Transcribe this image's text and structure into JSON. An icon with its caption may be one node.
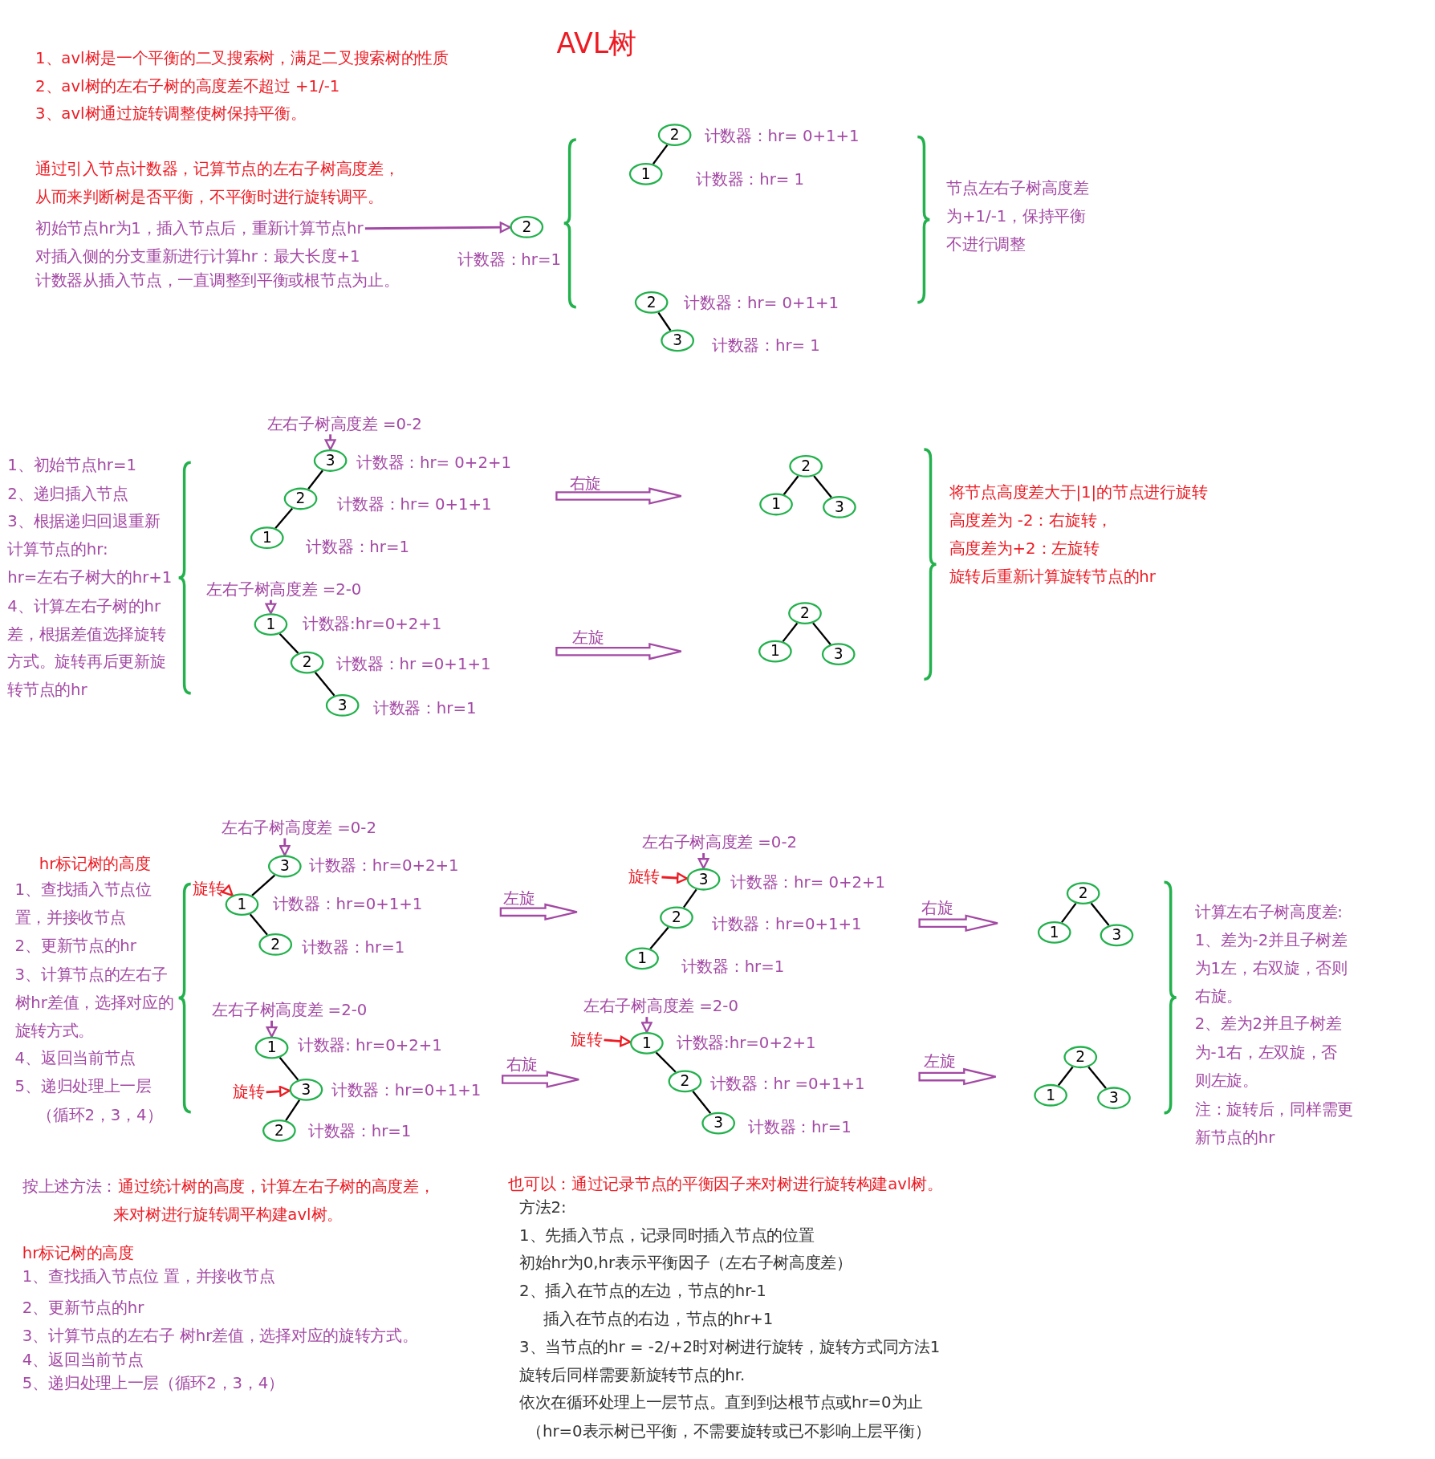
{
  "diagram": {
    "title": "AVL树",
    "nodes": [
      {
        "text": [
          "初始节点hr为1，插入节点后，重新计算节点hr"
        ]
      },
      {
        "text": [
          "2"
        ],
        "beside": [
          "计数器：hr=1"
        ]
      },
      {
        "text": [
          "2"
        ],
        "beside": [
          "计数器：hr= 0+1+1"
        ]
      },
      {
        "text": [
          "1"
        ],
        "beside": [
          "计数器：hr= 1"
        ]
      },
      {
        "text": [
          "2"
        ],
        "beside": [
          "计数器：hr= 0+1+1"
        ]
      },
      {
        "text": [
          "3"
        ],
        "beside": [
          "计数器：hr=  1"
        ]
      },
      {
        "text": [
          "左右子树高度差 =0-2"
        ]
      },
      {
        "text": [
          "3"
        ],
        "beside": [
          "计数器：hr= 0+2+1"
        ]
      },
      {
        "text": [
          "2"
        ],
        "beside": [
          "计数器：hr= 0+1+1"
        ]
      },
      {
        "text": [
          "1"
        ],
        "beside": [
          "计数器：hr=1"
        ]
      },
      {
        "text": [
          "2"
        ]
      },
      {
        "text": [
          "1"
        ]
      },
      {
        "text": [
          "3"
        ]
      },
      {
        "text": [
          "左右子树高度差 =2-0"
        ]
      },
      {
        "text": [
          "1"
        ],
        "beside": [
          "计数器:hr=0+2+1"
        ]
      },
      {
        "text": [
          "2"
        ],
        "beside": [
          "计数器：hr =0+1+1"
        ]
      },
      {
        "text": [
          "3"
        ],
        "beside": [
          "计数器：hr=1"
        ]
      },
      {
        "text": [
          "2"
        ]
      },
      {
        "text": [
          "1"
        ]
      },
      {
        "text": [
          "3"
        ]
      },
      {
        "text": [
          "左右子树高度差 =0-2"
        ]
      },
      {
        "text": [
          "3"
        ],
        "beside": [
          "计数器：hr=0+2+1"
        ]
      },
      {
        "text": [
          "旋转"
        ]
      },
      {
        "text": [
          "1"
        ],
        "beside": [
          "计数器：hr=0+1+1"
        ]
      },
      {
        "text": [
          "2"
        ],
        "beside": [
          "计数器：hr=1"
        ]
      },
      {
        "text": [
          "左右子树高度差 =0-2"
        ]
      },
      {
        "text": [
          "旋转"
        ]
      },
      {
        "text": [
          "3"
        ],
        "beside": [
          "计数器：hr= 0+2+1"
        ]
      },
      {
        "text": [
          "2"
        ],
        "beside": [
          "计数器：hr=0+1+1"
        ]
      },
      {
        "text": [
          "1"
        ],
        "beside": [
          "计数器：hr=1"
        ]
      },
      {
        "text": [
          "2"
        ]
      },
      {
        "text": [
          "1"
        ]
      },
      {
        "text": [
          "3"
        ]
      },
      {
        "text": [
          "左右子树高度差 =2-0"
        ]
      },
      {
        "text": [
          "1"
        ],
        "beside": [
          "计数器: hr=0+2+1"
        ]
      },
      {
        "text": [
          "旋转"
        ]
      },
      {
        "text": [
          "3"
        ],
        "beside": [
          "计数器：hr=0+1+1"
        ]
      },
      {
        "text": [
          "2"
        ],
        "beside": [
          "计数器：hr=1"
        ]
      },
      {
        "text": [
          "左右子树高度差 =2-0"
        ]
      },
      {
        "text": [
          "旋转"
        ]
      },
      {
        "text": [
          "1"
        ],
        "beside": [
          "计数器:hr=0+2+1"
        ]
      },
      {
        "text": [
          "2"
        ],
        "beside": [
          "计数器：hr =0+1+1"
        ]
      },
      {
        "text": [
          "3"
        ],
        "beside": [
          "计数器：hr=1"
        ]
      },
      {
        "text": [
          "2"
        ]
      },
      {
        "text": [
          "1"
        ]
      },
      {
        "text": [
          "3"
        ]
      }
    ],
    "edges": [
      {
        "from": 0,
        "to": 1,
        "arrow": "to",
        "color": "#a349a4"
      },
      {
        "from": 2,
        "to": 3,
        "arrow": "none"
      },
      {
        "from": 4,
        "to": 5,
        "arrow": "none"
      },
      {
        "from": 6,
        "to": 7,
        "arrow": "to",
        "color": "#a349a4"
      },
      {
        "from": 7,
        "to": 8,
        "arrow": "none"
      },
      {
        "from": 8,
        "to": 9,
        "arrow": "none"
      },
      {
        "from": 10,
        "to": 11,
        "arrow": "none"
      },
      {
        "from": 10,
        "to": 12,
        "arrow": "none"
      },
      {
        "from": 13,
        "to": 14,
        "arrow": "to",
        "color": "#a349a4"
      },
      {
        "from": 14,
        "to": 15,
        "arrow": "none"
      },
      {
        "from": 15,
        "to": 16,
        "arrow": "none"
      },
      {
        "from": 17,
        "to": 18,
        "arrow": "none"
      },
      {
        "from": 17,
        "to": 19,
        "arrow": "none"
      },
      {
        "from": 20,
        "to": 21,
        "arrow": "to",
        "color": "#a349a4"
      },
      {
        "from": 22,
        "to": 23,
        "arrow": "to",
        "color": "#ed1c24"
      },
      {
        "from": 21,
        "to": 23,
        "arrow": "none"
      },
      {
        "from": 23,
        "to": 24,
        "arrow": "none"
      },
      {
        "from": 25,
        "to": 27,
        "arrow": "to",
        "color": "#a349a4"
      },
      {
        "from": 26,
        "to": 27,
        "arrow": "to",
        "color": "#ed1c24"
      },
      {
        "from": 27,
        "to": 28,
        "arrow": "none"
      },
      {
        "from": 28,
        "to": 29,
        "arrow": "none"
      },
      {
        "from": 30,
        "to": 31,
        "arrow": "none"
      },
      {
        "from": 30,
        "to": 32,
        "arrow": "none"
      },
      {
        "from": 33,
        "to": 34,
        "arrow": "to",
        "color": "#a349a4"
      },
      {
        "from": 35,
        "to": 36,
        "arrow": "to",
        "color": "#ed1c24"
      },
      {
        "from": 34,
        "to": 36,
        "arrow": "none"
      },
      {
        "from": 36,
        "to": 37,
        "arrow": "none"
      },
      {
        "from": 38,
        "to": 40,
        "arrow": "to",
        "color": "#a349a4"
      },
      {
        "from": 39,
        "to": 40,
        "arrow": "to",
        "color": "#ed1c24"
      },
      {
        "from": 40,
        "to": 41,
        "arrow": "none"
      },
      {
        "from": 41,
        "to": 42,
        "arrow": "none"
      },
      {
        "from": 43,
        "to": 44,
        "arrow": "none"
      },
      {
        "from": 43,
        "to": 45,
        "arrow": "none"
      }
    ],
    "labels": [
      "1、avl树是一个平衡的二叉搜索树，满足二叉搜索树的性质",
      "2、avl树的左右子树的高度差不超过 +1/-1",
      "3、avl树通过旋转调整使树保持平衡。",
      "通过引入节点计数器，记算节点的左右子树高度差，",
      "从而来判断树是否平衡，不平衡时进行旋转调平。",
      "对插入侧的分支重新进行计算hr：最大长度+1",
      "计数器从插入节点，一直调整到平衡或根节点为止。",
      "节点左右子树高度差",
      "为+1/-1，保持平衡",
      "不进行调整",
      "1、初始节点hr=1",
      "2、递归插入节点",
      "3、根据递归回退重新",
      "计算节点的hr:",
      "hr=左右子树大的hr+1",
      "4、计算左右子树的hr",
      "差，根据差值选择旋转",
      "方式。旋转再后更新旋",
      "转节点的hr",
      "右旋",
      "左旋",
      "将节点高度差大于|1|的节点进行旋转",
      "高度差为 -2：右旋转，",
      "高度差为+2：左旋转",
      "旋转后重新计算旋转节点的hr",
      "hr标记树的高度",
      "1、查找插入节点位",
      "置，并接收节点",
      "2、更新节点的hr",
      "3、计算节点的左右子",
      "树hr差值，选择对应的",
      "旋转方式。",
      "4、返回当前节点",
      "5、递归处理上一层",
      "（循环2，3，4）",
      "左旋",
      "右旋",
      "右旋",
      "左旋",
      "计算左右子树高度差:",
      "1、差为-2并且子树差",
      "为1左，右双旋，否则",
      "右旋。",
      "2、差为2并且子树差",
      "为-1右，左双旋，否",
      "则左旋。",
      "注：旋转后，同样需更",
      "新节点的hr",
      "按上述方法：",
      "通过统计树的高度，计算左右子树的高度差，",
      "来对树进行旋转调平构建avl树。",
      "hr标记树的高度",
      "1、查找插入节点位 置，并接收节点",
      "2、更新节点的hr",
      "3、计算节点的左右子 树hr差值，选择对应的旋转方式。",
      "4、返回当前节点",
      "5、递归处理上一层（循环2，3，4）",
      "也可以：通过记录节点的平衡因子来对树进行旋转构建avl树。",
      "方法2:",
      "1、先插入节点，记录同时插入节点的位置",
      "初始hr为0,hr表示平衡因子（左右子树高度差）",
      "2、插入在节点的左边，节点的hr-1",
      "插入在节点的右边，节点的hr+1",
      "3、当节点的hr = -2/+2时对树进行旋转，旋转方式同方法1",
      "旋转后同样需要新旋转节点的hr.",
      "依次在循环处理上一层节点。直到到达根节点或hr=0为止",
      "（hr=0表示树已平衡，不需要旋转或已不影响上层平衡）"
    ]
  }
}
